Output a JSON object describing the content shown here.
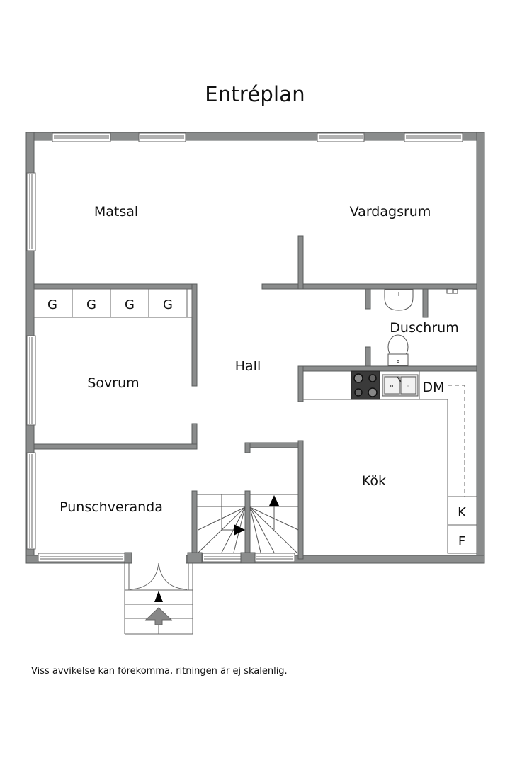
{
  "title": "Entréplan",
  "footnote": "Viss avvikelse kan förekomma, ritningen är ej skalenlig.",
  "colors": {
    "wall": "#8a8c8c",
    "wall_stroke": "#5a5c5c",
    "line": "#555555",
    "stove": "#3a3a3a",
    "arrow": "#000000",
    "entry_arrow": "#888888",
    "background": "#ffffff"
  },
  "rooms": {
    "matsal": "Matsal",
    "vardagsrum": "Vardagsrum",
    "hall": "Hall",
    "sovrum": "Sovrum",
    "duschrum": "Duschrum",
    "punschveranda": "Punschveranda",
    "kok": "Kök"
  },
  "wardrobes": [
    "G",
    "G",
    "G",
    "G"
  ],
  "appliances": {
    "dishwasher": "DM",
    "fridge": "K",
    "freezer": "F"
  }
}
